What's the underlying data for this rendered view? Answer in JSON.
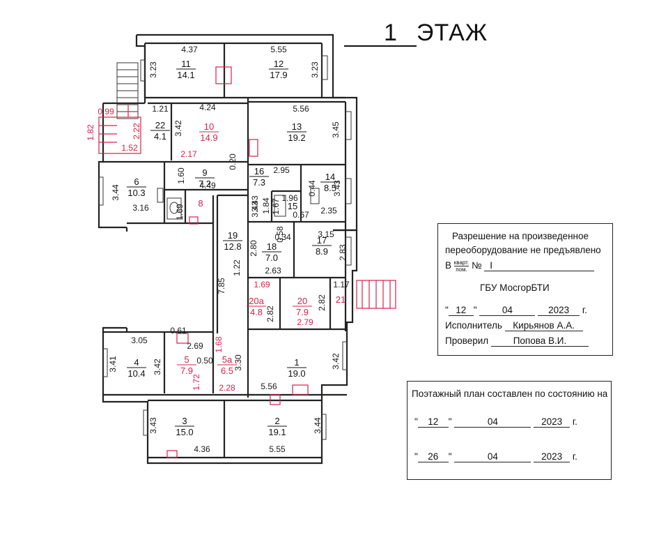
{
  "floor": {
    "number": "1",
    "label": "ЭТАЖ"
  },
  "rooms": [
    {
      "id": "11",
      "area": "14.1",
      "red": false
    },
    {
      "id": "12",
      "area": "17.9",
      "red": false
    },
    {
      "id": "22",
      "area": "4.1",
      "red": false
    },
    {
      "id": "10",
      "area": "14.9",
      "red": true
    },
    {
      "id": "13",
      "area": "19.2",
      "red": false
    },
    {
      "id": "6",
      "area": "10.3",
      "red": false
    },
    {
      "id": "9",
      "area": "7.2",
      "red": false
    },
    {
      "id": "8",
      "area": "",
      "red": true
    },
    {
      "id": "16",
      "area": "7.3",
      "red": false
    },
    {
      "id": "14",
      "area": "8.5",
      "red": false
    },
    {
      "id": "15",
      "area": "",
      "red": false
    },
    {
      "id": "19",
      "area": "12.8",
      "red": false
    },
    {
      "id": "18",
      "area": "7.0",
      "red": false
    },
    {
      "id": "17",
      "area": "8.9",
      "red": false
    },
    {
      "id": "20а",
      "area": "4.8",
      "red": true
    },
    {
      "id": "20",
      "area": "7.9",
      "red": true
    },
    {
      "id": "21",
      "area": "",
      "red": true
    },
    {
      "id": "4",
      "area": "10.4",
      "red": false
    },
    {
      "id": "5",
      "area": "7.9",
      "red": true
    },
    {
      "id": "5а",
      "area": "6.5",
      "red": true
    },
    {
      "id": "1",
      "area": "19.0",
      "red": false
    },
    {
      "id": "3",
      "area": "15.0",
      "red": false
    },
    {
      "id": "2",
      "area": "19.1",
      "red": false
    }
  ],
  "dimensions": {
    "black": [
      "4.37",
      "5.55",
      "3.23",
      "3.23",
      "1.21",
      "4.24",
      "5.56",
      "3.42",
      "3.45",
      "3.44",
      "3.16",
      "1.60",
      "4.49",
      "2.95",
      "3.43",
      "1.84",
      "1.67",
      "1.96",
      "3.43",
      "2.35",
      "1.69",
      "3.43",
      "2.80",
      "2.63",
      "3.15",
      "2.83",
      "1.22",
      "7.85",
      "2.82",
      "2.82",
      "1.17",
      "3.05",
      "2.69",
      "3.41",
      "3.42",
      "3.30",
      "3.42",
      "5.56",
      "3.43",
      "3.44",
      "4.36",
      "5.55"
    ],
    "red": [
      "0.99",
      "1.82",
      "2.22",
      "1.52",
      "2.17",
      "1.69",
      "2.79",
      "1.68",
      "1.72",
      "2.28"
    ],
    "tiny": [
      "0.20",
      "0.44",
      "0.58",
      "0.34",
      "0.67",
      "0.50",
      "0.61"
    ]
  },
  "permission_stamp": {
    "line1": "Разрешение на произведенное",
    "line2": "переоборудование не предъявлено",
    "in_prefix": "В",
    "frac_top": "кварт.",
    "frac_bottom": "пом.",
    "no_label": "№",
    "no_value": "I",
    "org": "ГБУ МосгорБТИ",
    "date_day": "12",
    "date_month": "04",
    "date_year": "2023",
    "date_suffix": "г.",
    "executor_label": "Исполнитель",
    "executor_value": "Кирьянов А.А.",
    "checked_label": "Проверил",
    "checked_value": "Попова В.И."
  },
  "state_stamp": {
    "title": "Поэтажный план составлен по состоянию на",
    "date1": {
      "day": "12",
      "month": "04",
      "year": "2023"
    },
    "date2": {
      "day": "26",
      "month": "04",
      "year": "2023"
    },
    "suffix": "г."
  }
}
